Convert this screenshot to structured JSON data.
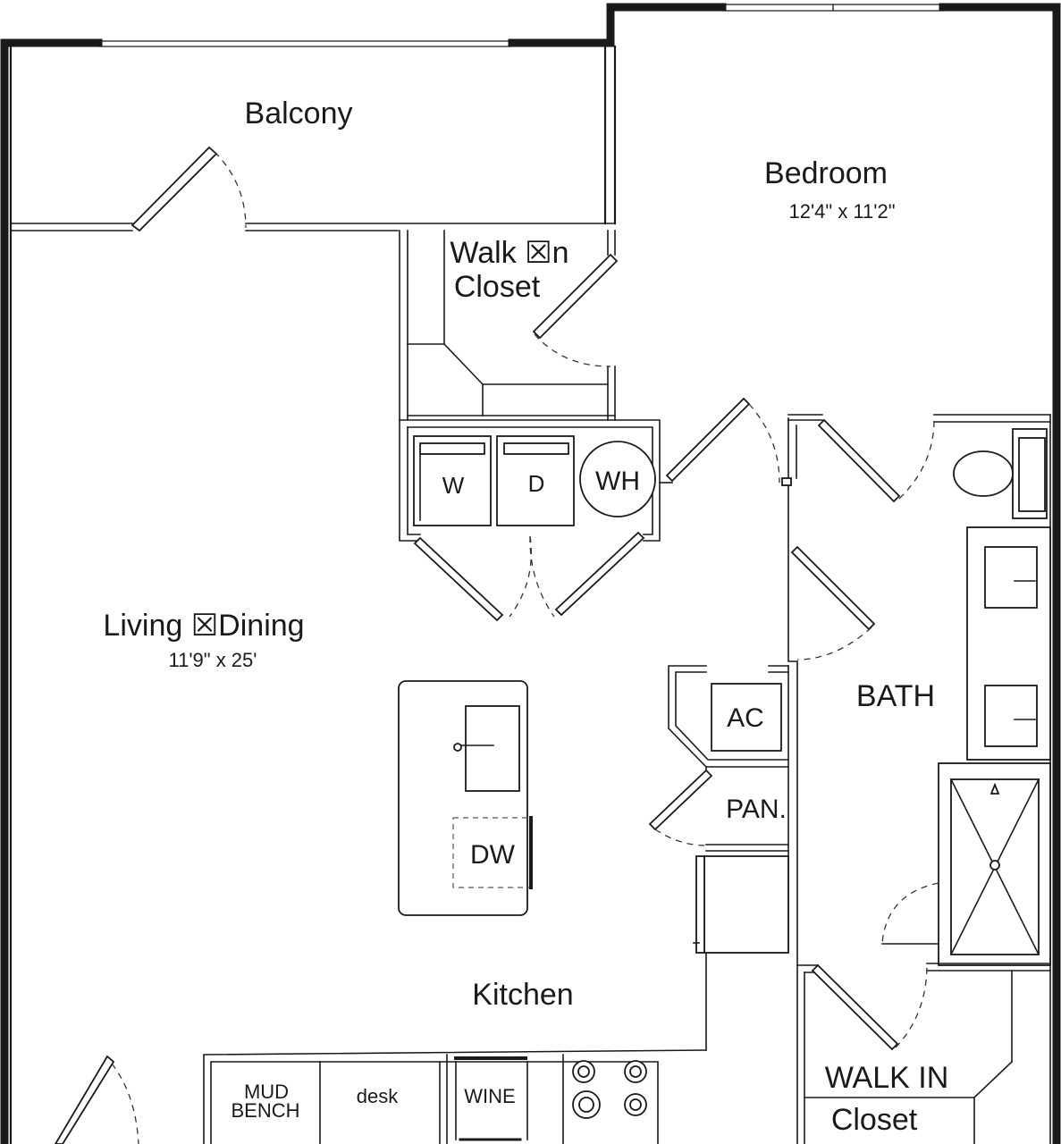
{
  "rooms": {
    "balcony": "Balcony",
    "bedroom": "Bedroom",
    "bedroom_dim": "12'4\" x 11'2\"",
    "walk_in_closet_line1": "Walk ☒n",
    "walk_in_closet_line2": "Closet",
    "living_dining": "Living  ☒Dining",
    "living_dining_dim": "11'9\" x 25'",
    "bath": "BATH",
    "kitchen": "Kitchen",
    "walk_in_closet2_line1": "WALK IN",
    "walk_in_closet2_line2": "Closet"
  },
  "appliances": {
    "washer": "W",
    "dryer": "D",
    "water_heater": "WH",
    "ac": "AC",
    "pantry": "PAN.",
    "dishwasher": "DW",
    "mud_bench_line1": "MUD",
    "mud_bench_line2": "BENCH",
    "desk": "desk",
    "wine": "WINE"
  }
}
